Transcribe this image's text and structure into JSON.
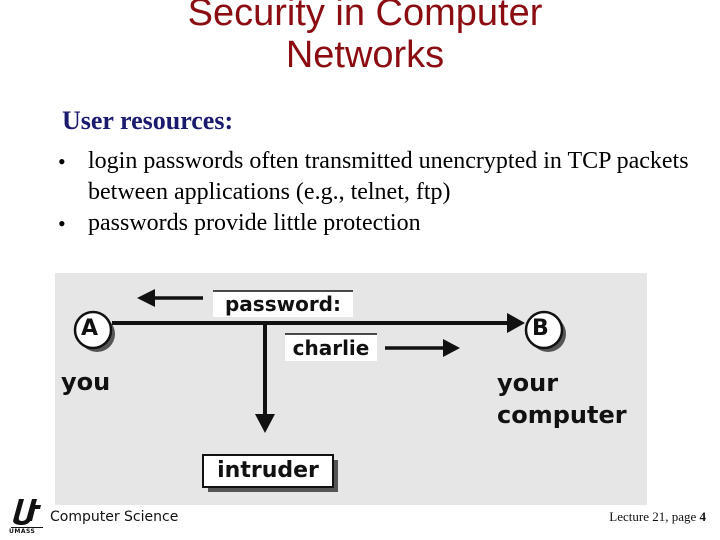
{
  "title": {
    "line1": "Security in Computer",
    "line2": "Networks"
  },
  "subhead": "User resources:",
  "bullets": [
    {
      "text": "login passwords often transmitted unencrypted in TCP packets between applications (e.g., telnet, ftp)"
    },
    {
      "text": "passwords provide little protection"
    }
  ],
  "diagram": {
    "node_a": "A",
    "node_b": "B",
    "label_you": "you",
    "label_your": "your",
    "label_computer": "computer",
    "password_label": "password:",
    "charlie_label": "charlie",
    "intruder_label": "intruder"
  },
  "footer": {
    "logo_text": "UMASS",
    "left": "Computer Science",
    "right_prefix": "Lecture 21, page",
    "page": "4"
  },
  "colors": {
    "title": "#8b0d12",
    "subhead": "#1a1a6e",
    "diagram_bg": "#e6e6e6"
  }
}
